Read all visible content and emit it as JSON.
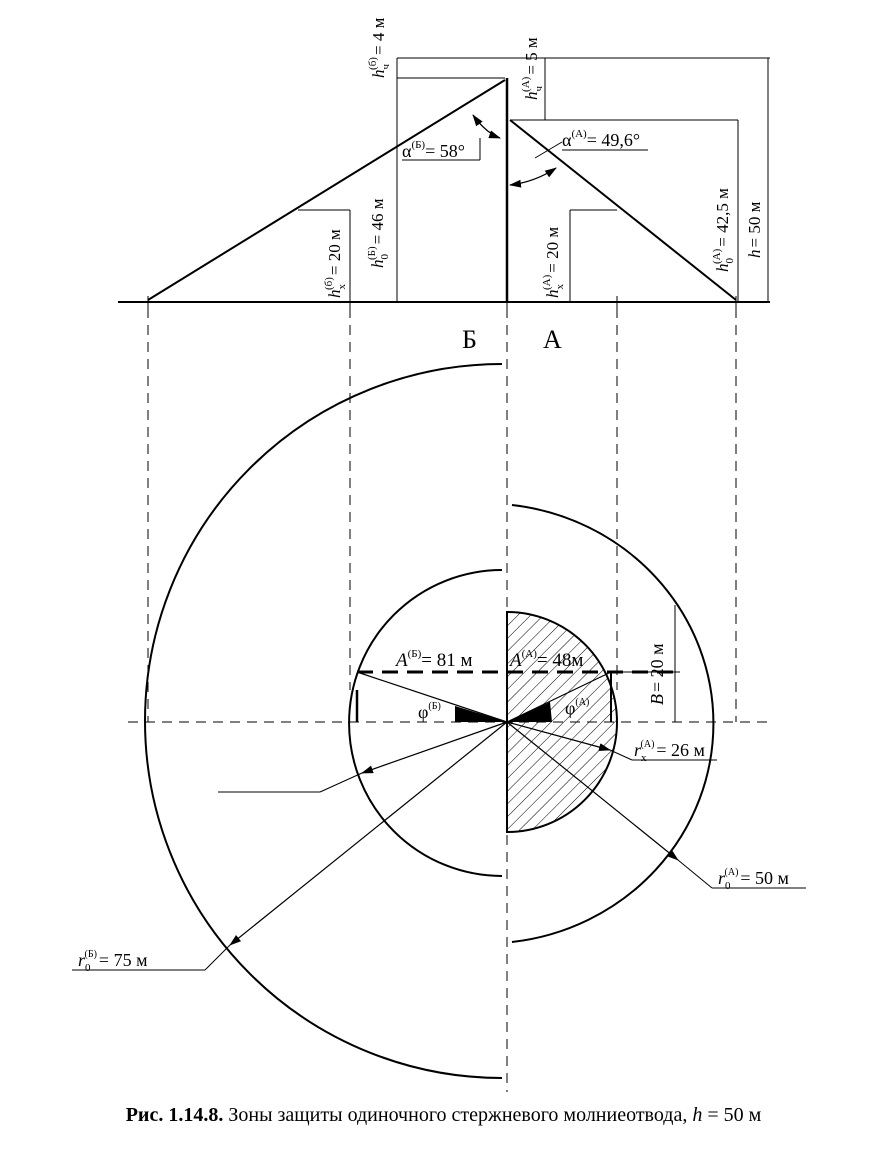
{
  "figure": {
    "caption_number": "Рис. 1.14.8.",
    "caption_text": "Зоны защиты одиночного стержневого молниеотвода,",
    "caption_symbol": "h",
    "caption_value": "= 50 м"
  },
  "section_labels": {
    "B_side": "Б",
    "A_side": "А"
  },
  "elevation_labels": {
    "h_eff_B": {
      "sym": "h",
      "sub": "ч",
      "sup": "(б)",
      "value": "= 4 м"
    },
    "h_eff_A": {
      "sym": "h",
      "sub": "ч",
      "sup": "(А)",
      "value": "= 5 м"
    },
    "alpha_B": {
      "sym": "α",
      "sup": "(Б)",
      "value": "= 58°"
    },
    "alpha_A": {
      "sym": "α",
      "sup": "(А)",
      "value": "= 49,6°"
    },
    "h0_B": {
      "sym": "h",
      "sub": "0",
      "sup": "(Б)",
      "value": "= 46 м"
    },
    "hx_B": {
      "sym": "h",
      "sub": "x",
      "sup": "(б)",
      "value": "= 20 м"
    },
    "hx_A": {
      "sym": "h",
      "sub": "x",
      "sup": "(А)",
      "value": "= 20 м"
    },
    "h0_A": {
      "sym": "h",
      "sub": "0",
      "sup": "(А)",
      "value": "= 42,5 м"
    },
    "h_total": {
      "sym": "h",
      "value": "= 50 м"
    }
  },
  "plan_labels": {
    "A_B": {
      "sym": "A",
      "sup": "(Б)",
      "value": "= 81 м"
    },
    "A_A": {
      "sym": "A",
      "sup": "(А)",
      "value": "= 48м"
    },
    "B_width": {
      "sym": "B",
      "value": "= 20 м"
    },
    "phi_B": {
      "sym": "φ",
      "sup": "(Б)"
    },
    "phi_A": {
      "sym": "φ",
      "sup": "(А)"
    },
    "rx_A": {
      "sym": "r",
      "sub": "x",
      "sup": "(А)",
      "value": "= 26 м"
    },
    "r0_A": {
      "sym": "r",
      "sub": "0",
      "sup": "(А)",
      "value": "= 50 м"
    },
    "r0_B": {
      "sym": "r",
      "sub": "0",
      "sup": "(Б)",
      "value": "= 75 м"
    }
  },
  "colors": {
    "ink": "#000000",
    "paper": "#ffffff"
  }
}
